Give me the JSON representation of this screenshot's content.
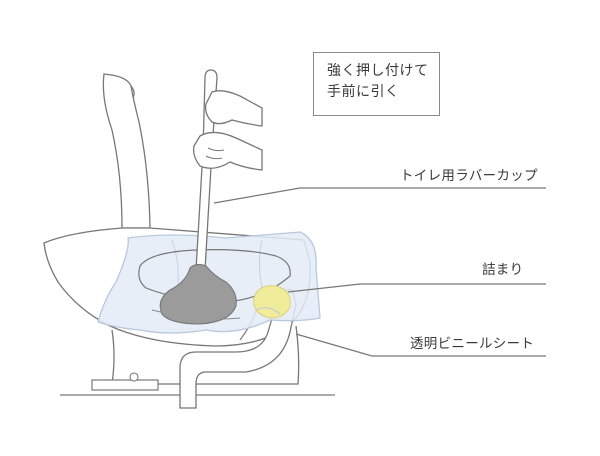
{
  "instruction": {
    "line1": "強く押し付けて",
    "line2": "手前に引く"
  },
  "labels": {
    "plunger": "トイレ用ラバーカップ",
    "clog": "詰まり",
    "sheet": "透明ビニールシート"
  },
  "colors": {
    "line": "#777777",
    "sheet_fill": "#e3ebf7",
    "sheet_edge": "#b9c7de",
    "rubber_cup": "#9b9b9b",
    "clog": "#f1ec9a",
    "text": "#3a3a3a"
  }
}
